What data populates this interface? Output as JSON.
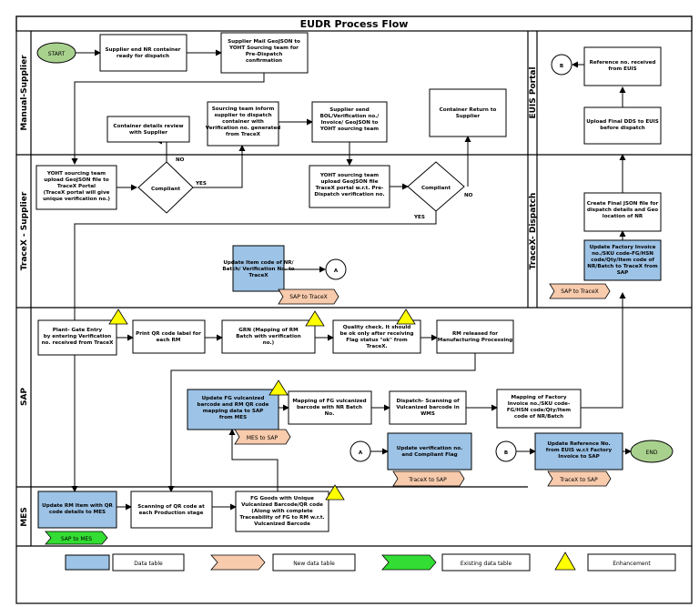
{
  "title": "EUDR Process Flow",
  "lanes": {
    "manual_supplier": "Manual-Supplier",
    "tracex_supplier": "TraceX - Supplier",
    "sap": "SAP",
    "mes": "MES",
    "euis_portal": "EUIS Portal",
    "tracex_dispatch": "TraceX- Dispatch"
  },
  "nodes": {
    "start": "START",
    "end": "END",
    "n_ready": [
      "Supplier end NR container",
      "ready for dispatch"
    ],
    "n_mail": [
      "Supplier Mail GeoJSON to",
      "YOHT Sourcing team for",
      "Pre-Dispatch",
      "confirmation"
    ],
    "n_review": [
      "Container details review",
      "with Supplier"
    ],
    "n_inform": [
      "Sourcing team inform",
      "supplier to dispatch",
      "container with",
      "Verification no. generated",
      "from TraceX"
    ],
    "n_send": [
      "Supplier send",
      "BOL/Verification no./",
      "Invoice/ GeoJSON to",
      "YOHT sourcing team"
    ],
    "n_return": [
      "Container Return to",
      "Supplier"
    ],
    "n_upload1": [
      "YOHT sourcing team",
      "upload GeoJSON file to",
      "TraceX Portal",
      "(TraceX portal will give",
      "unique verification no.)"
    ],
    "d_comp1": "Compliant",
    "n_upload2": [
      "YOHT sourcing team",
      "upload GeoJSON file",
      "TraceX portal w.r.t. Pre-",
      "Dispatch verification no."
    ],
    "d_comp2": "Compliant",
    "n_update_item": [
      "Update Item code of NR/",
      "Batch/ Verification No. to",
      "TraceX"
    ],
    "n_gate": [
      "Plant-  Gate Entry",
      "by entering Verification",
      "no. received from TraceX"
    ],
    "n_print": [
      "Print QR code label for",
      "each RM"
    ],
    "n_grn": [
      "GRN (Mapping of RM",
      "Batch with verification",
      "no.)"
    ],
    "n_qc": [
      "Quality check. It should",
      "be ok only after receiving",
      "Flag status \"ok\" from",
      "TraceX."
    ],
    "n_rm_rel": [
      "RM released for",
      "Manufacturing Processing"
    ],
    "n_fg_upd": [
      "Update FG vulcanized",
      "barcode and RM QR code",
      "mapping data to SAP",
      "from MES"
    ],
    "n_fg_map": [
      "Mapping of FG vulcanized",
      "barcode with NR Batch",
      "No."
    ],
    "n_dispatch": [
      "Dispatch- Scanning of",
      "Vulcanized barcode in",
      "WMS"
    ],
    "n_factory": [
      "Mapping of Factory",
      "Invoice no./SKU code-",
      "FG/HSN code/Qty/Item",
      "code of NR/Batch"
    ],
    "n_verif": [
      "Update verification no.",
      "and Compliant Flag"
    ],
    "n_refno": [
      "Update Reference No.",
      "from EUIS w.r.t Factory",
      "Invoice to SAP"
    ],
    "n_rm_mes": [
      "Update RM Item with QR",
      "code details to MES"
    ],
    "n_scan": [
      "Scanning of QR code at",
      "each Production stage"
    ],
    "n_fg_goods": [
      "FG Goods with Unique",
      "Vulcanized Barcode/QR code",
      "(Along with complete",
      "Traceability of FG to RM w.r.t.",
      "Vulcanized Barcode"
    ],
    "n_ref_euis": [
      "Reference no. received",
      "from EUIS"
    ],
    "n_upload_dds": [
      "Upload Final DDS to EUIS",
      "before dispatch"
    ],
    "n_json": [
      "Create Final JSON file for",
      "dispatch details and Geo",
      "location of NR"
    ],
    "n_fac_inv": [
      "Update Factory Invoice",
      "no./SKU code-FG/HSN",
      "code/Qty/Item code of",
      "NR/Batch to TraceX from",
      "SAP"
    ],
    "conn_a": "A",
    "conn_b": "B"
  },
  "edge_labels": {
    "no1": "NO",
    "yes1": "YES",
    "no2": "NO",
    "yes2": "YES"
  },
  "tags": {
    "sap_tracex_1": "SAP to TraceX",
    "sap_tracex_2": "SAP to TraceX",
    "mes_sap": "MES to SAP",
    "tracex_sap_1": "TraceX to SAP",
    "tracex_sap_2": "TraceX to SAP",
    "sap_mes": "SAP to MES"
  },
  "legend": {
    "data_table": "Data table",
    "new_data_table": "New data table",
    "existing_data_table": "Existing data table",
    "enhancement": "Enhancement"
  },
  "colors": {
    "data_table": "#9dc3e6",
    "new_data_table": "#f8cbad",
    "existing_data_table": "#33dd33",
    "enhancement": "#ffff00",
    "terminal": "#a9d18e"
  }
}
